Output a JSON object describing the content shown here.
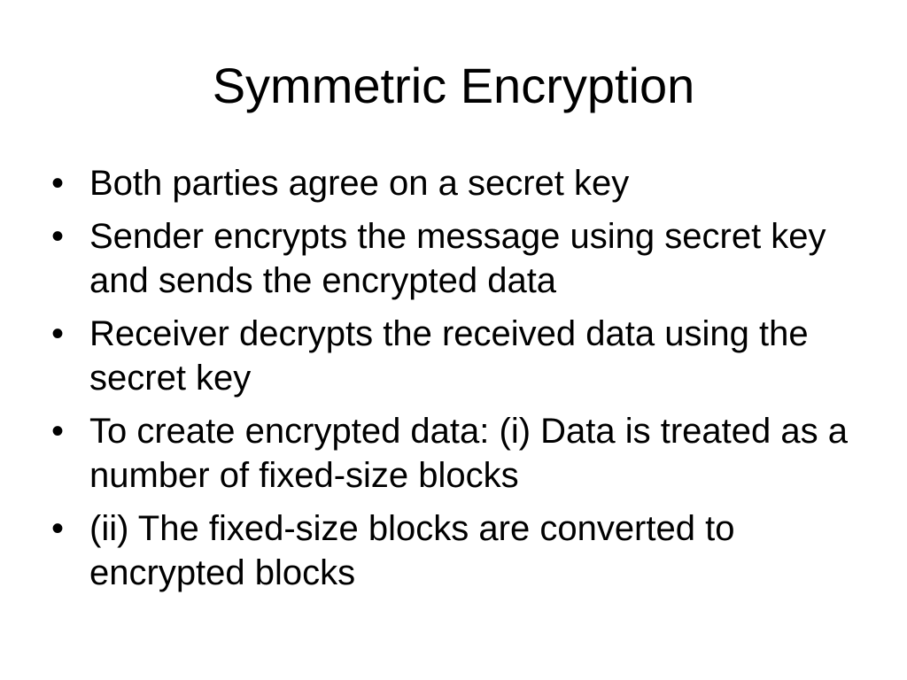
{
  "slide": {
    "title": "Symmetric Encryption",
    "bullet_symbol": "•",
    "bullets": [
      "Both parties agree on a secret key",
      "Sender encrypts the message using secret key and sends the encrypted data",
      "Receiver decrypts the received data using the secret key",
      "To create encrypted data: (i) Data is treated as a number of fixed-size blocks",
      "(ii) The fixed-size blocks are converted to encrypted blocks"
    ]
  }
}
